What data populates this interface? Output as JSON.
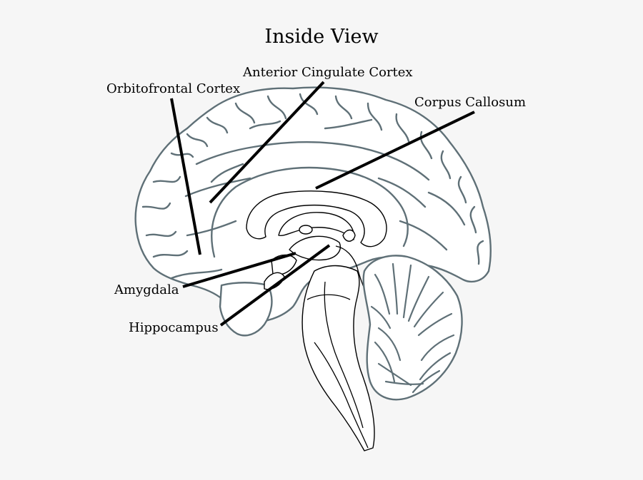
{
  "title": "Inside View",
  "labels": {
    "orbitofrontal_cortex": "Orbitofrontal Cortex",
    "anterior_cingulate_cortex": "Anterior Cingulate Cortex",
    "corpus_callosum": "Corpus Callosum",
    "amygdala": "Amygdala",
    "hippocampus": "Hippocampus"
  },
  "colors": {
    "background": "#f6f6f6",
    "brain_outline": "#5f7077",
    "leader_lines": "#000000",
    "text": "#000000"
  }
}
